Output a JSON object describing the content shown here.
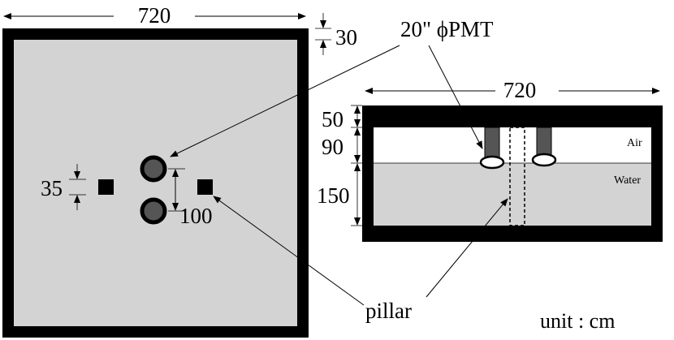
{
  "top_view": {
    "width_label": "720",
    "wall_label": "30",
    "pillar_label": "35",
    "pmt_spacing_label": "100"
  },
  "side_view": {
    "width_label": "720",
    "wall_label": "50",
    "air_height_label": "90",
    "water_height_label": "150",
    "air_label": "Air",
    "water_label": "Water"
  },
  "callouts": {
    "pmt_label": "20\" ϕPMT",
    "pillar_label": "pillar"
  },
  "unit_label": "unit : cm",
  "colors": {
    "wall": "#000000",
    "water": "#d3d3d3",
    "pmt_body": "#555555",
    "air": "#ffffff"
  }
}
